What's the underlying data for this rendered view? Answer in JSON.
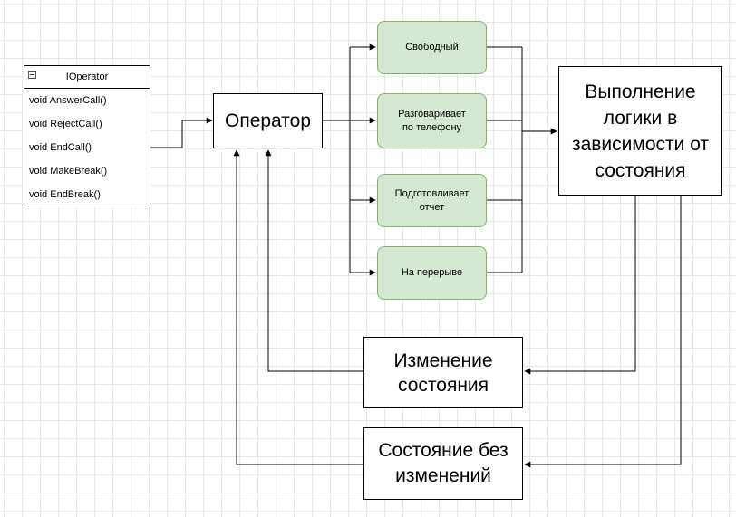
{
  "interface": {
    "name": "IOperator",
    "methods": [
      "void AnswerCall()",
      "void RejectCall()",
      "void EndCall()",
      "void MakeBreak()",
      "void EndBreak()"
    ]
  },
  "operator_label": "Оператор",
  "states": [
    "Свободный",
    "Разговаривает\nпо телефону",
    "Подготовливает\nотчет",
    "На перерыве"
  ],
  "logic_label": "Выполнение логики в зависимости от состояния",
  "change_label": "Изменение состояния",
  "no_change_label": "Состояние без изменений",
  "colors": {
    "state_fill": "#d5e8d4",
    "state_stroke": "#82b366",
    "line": "#000000"
  }
}
